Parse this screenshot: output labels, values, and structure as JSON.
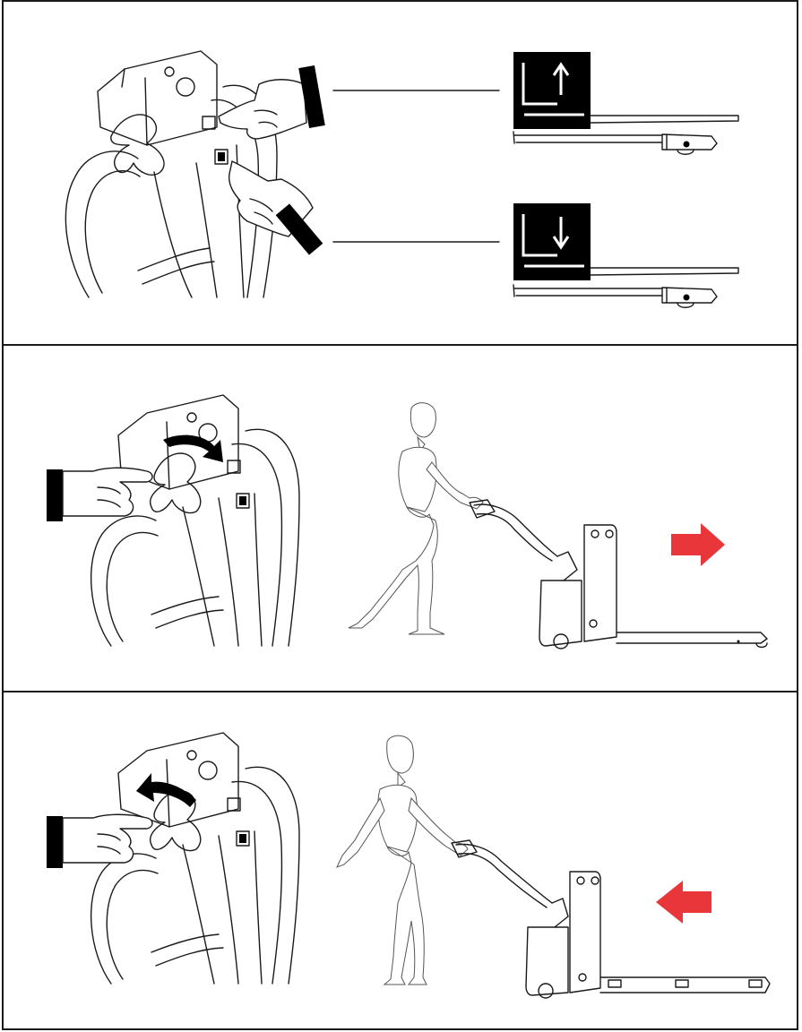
{
  "manual_steps": [
    {
      "id": "lift-lower",
      "buttons": [
        "lift-up-button",
        "lower-down-button"
      ],
      "icons": [
        "fork-up-icon",
        "fork-down-icon"
      ]
    },
    {
      "id": "travel-forward",
      "direction": "forward",
      "arrow_color": "#e8363a"
    },
    {
      "id": "travel-reverse",
      "direction": "reverse",
      "arrow_color": "#e8363a"
    }
  ],
  "colors": {
    "outline": "#1a1a1a",
    "arrow": "#e8363a",
    "icon_bg": "#000000",
    "background": "#ffffff"
  }
}
